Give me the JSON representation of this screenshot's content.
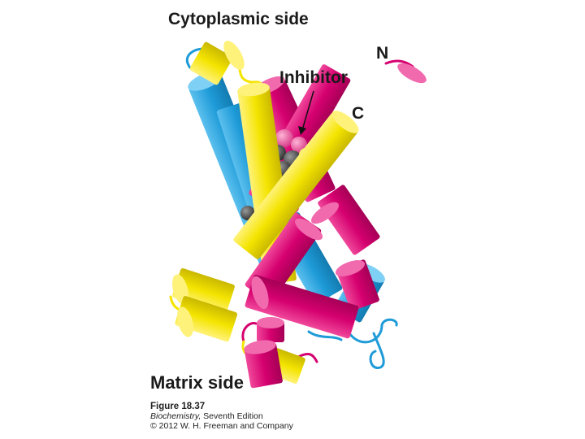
{
  "labels": {
    "cytoplasmic": "Cytoplasmic side",
    "inhibitor": "Inhibitor",
    "n_terminus": "N",
    "c_terminus": "C",
    "matrix": "Matrix side"
  },
  "caption": {
    "figure": "Figure 18.37",
    "book": "Biochemistry,",
    "edition": " Seventh Edition",
    "copyright": "© 2012 W. H. Freeman and Company"
  },
  "colors": {
    "yellow": "#f4e400",
    "blue": "#1e9bd8",
    "magenta": "#d5006f"
  }
}
